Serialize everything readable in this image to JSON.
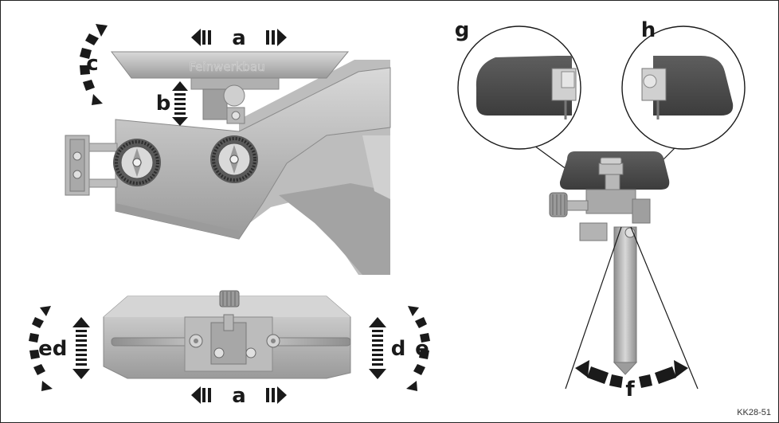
{
  "figure": {
    "labels": {
      "a_top": "a",
      "a_bottom": "a",
      "b": "b",
      "c": "c",
      "d_left": "d",
      "d_right": "d",
      "e_left": "e",
      "e_right": "e",
      "f": "f",
      "g": "g",
      "h": "h"
    },
    "brand_emboss": "Feinwerkbau",
    "figure_code": "KK28-51",
    "colors": {
      "metal_light": "#c9c9c9",
      "metal_mid": "#a9a9a9",
      "metal_dark": "#7d7d7d",
      "pad_dark": "#4a4a4a",
      "arrow": "#1a1a1a"
    }
  }
}
